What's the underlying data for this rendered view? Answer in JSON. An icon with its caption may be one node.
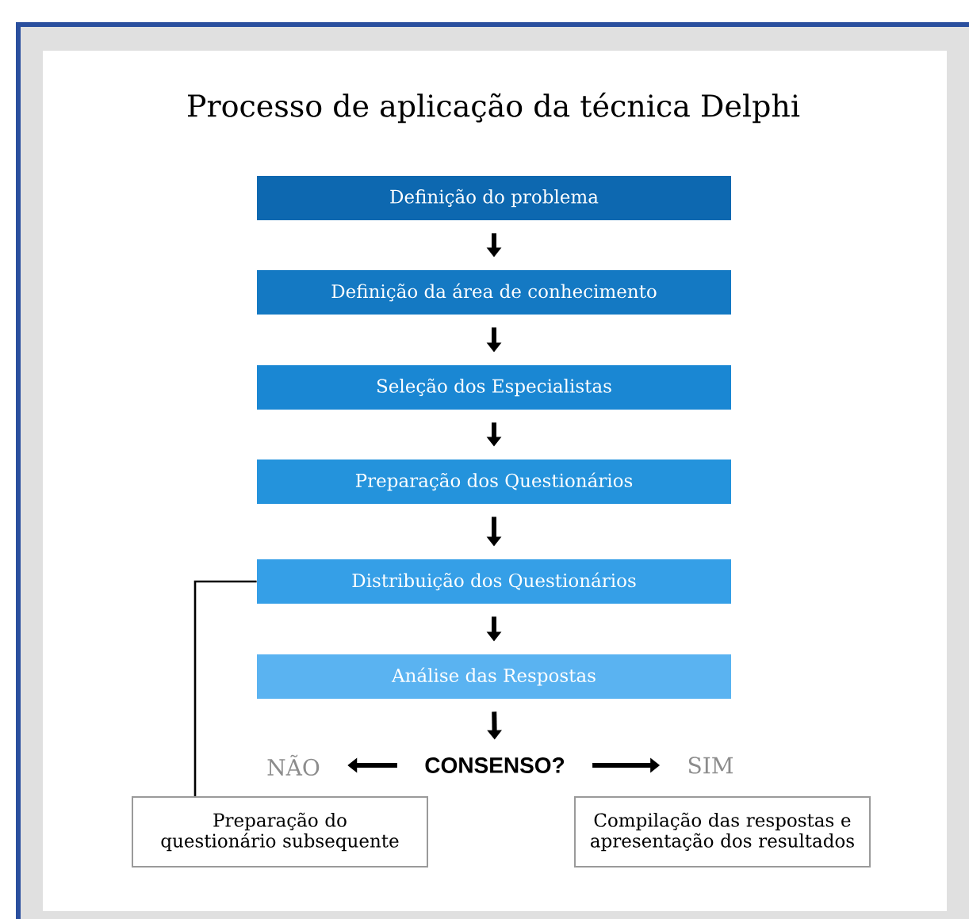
{
  "diagram": {
    "title": "Processo de aplicação da técnica Delphi",
    "nodes": [
      {
        "text": [
          "Definição do problema"
        ]
      },
      {
        "text": [
          "Definição da área de conhecimento"
        ]
      },
      {
        "text": [
          "Seleção dos Especialistas"
        ]
      },
      {
        "text": [
          "Preparação dos Questionários"
        ]
      },
      {
        "text": [
          "Distribuição dos Questionários"
        ]
      },
      {
        "text": [
          "Análise das Respostas"
        ]
      },
      {
        "text": [
          "CONSENSO?"
        ]
      },
      {
        "text": [
          "NÃO"
        ]
      },
      {
        "text": [
          "SIM"
        ]
      },
      {
        "text": [
          "Preparação do questionário subsequente"
        ]
      },
      {
        "text": [
          "Compilação das respostas e apresentação dos resultados"
        ]
      }
    ],
    "edges": [
      {
        "from": 0,
        "to": 1,
        "arrow": "to"
      },
      {
        "from": 1,
        "to": 2,
        "arrow": "to"
      },
      {
        "from": 2,
        "to": 3,
        "arrow": "to"
      },
      {
        "from": 3,
        "to": 4,
        "arrow": "to"
      },
      {
        "from": 4,
        "to": 5,
        "arrow": "to"
      },
      {
        "from": 5,
        "to": 6,
        "arrow": "to"
      },
      {
        "from": 6,
        "to": 7,
        "arrow": "to"
      },
      {
        "from": 6,
        "to": 8,
        "arrow": "to"
      },
      {
        "from": 9,
        "to": 4,
        "arrow": "none"
      }
    ]
  }
}
